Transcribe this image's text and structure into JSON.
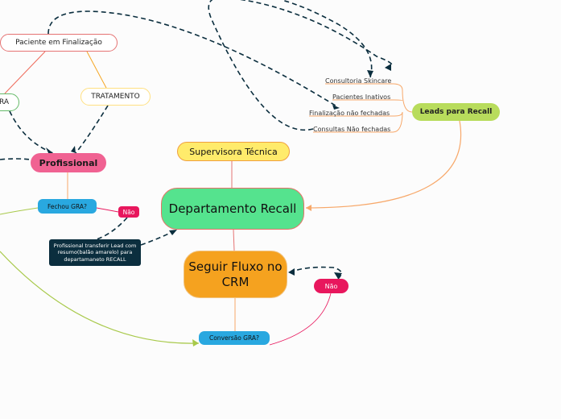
{
  "nodes": {
    "paciente": "Paciente em Finalização",
    "ra": "RA",
    "tratamento": "TRATAMENTO",
    "profissional": "Profissional",
    "fechou_gra_1": "Fechou GRA?",
    "nao_1": "Não",
    "profissional_note": "Profissional transferir Lead com resumo(balão amarelo) para departamaneto RECALL",
    "supervisora": "Supervisora Técnica",
    "departamento": "Departamento Recall",
    "seguir_fluxo": "Seguir Fluxo no CRM",
    "nao_2": "Não",
    "conversao_gra": "Conversão GRA?",
    "leads_recall": "Leads para Recall"
  },
  "leads_items": [
    "Consultoria Skincare",
    "Pacientes Inativos",
    "Finalização não fechadas",
    "Consultas Não fechadas"
  ],
  "colors": {
    "navy_dashed": "#0b2e3e",
    "orange_link": "#f7a86a",
    "green_link": "#a8c94a",
    "red_link": "#e57373",
    "crimson_link": "#e8175d",
    "tratamento_link": "#f5a623",
    "ra_link": "#ef6a5a"
  }
}
